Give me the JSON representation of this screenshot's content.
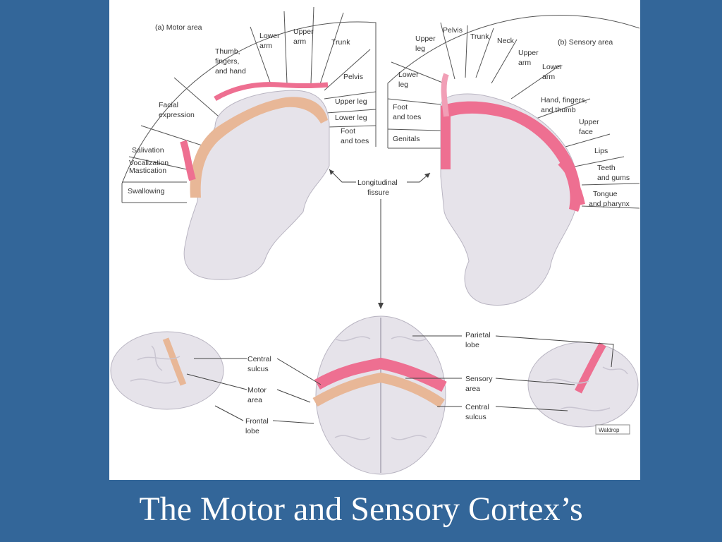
{
  "slide": {
    "title": "The Motor and Sensory Cortex’s"
  },
  "colors": {
    "background": "#336699",
    "motor": "#e8b797",
    "sensory": "#ee6f91",
    "brain": "#e6e3ea"
  },
  "motor": {
    "heading": "(a) Motor area",
    "parts": [
      "Swallowing",
      "Vocalization",
      "Mastication",
      "Salivation",
      "Facial",
      "expression",
      "Thumb,",
      "fingers,",
      "and hand",
      "Lower",
      "arm",
      "Upper",
      "arm",
      "Trunk",
      "Pelvis",
      "Upper leg",
      "Lower leg",
      "Foot",
      "and toes"
    ]
  },
  "sensory": {
    "heading": "(b) Sensory area",
    "parts": [
      "Genitals",
      "Foot",
      "and toes",
      "Lower",
      "leg",
      "Upper",
      "leg",
      "Pelvis",
      "Trunk",
      "Neck",
      "Upper",
      "arm",
      "Lower",
      "arm",
      "Hand, fingers,",
      "and thumb",
      "Upper",
      "face",
      "Lips",
      "Teeth",
      "and gums",
      "Tongue",
      "and pharynx"
    ]
  },
  "callouts": {
    "fissure": [
      "Longitudinal",
      "fissure"
    ],
    "left": [
      "Central",
      "sulcus",
      "Motor",
      "area",
      "Frontal",
      "lobe"
    ],
    "right": [
      "Parietal",
      "lobe",
      "Sensory",
      "area",
      "Central",
      "sulcus"
    ],
    "signature": "Waldrop"
  }
}
